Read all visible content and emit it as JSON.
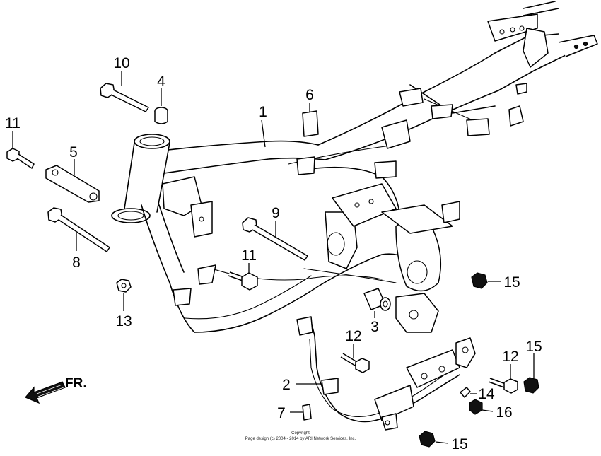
{
  "diagram": {
    "callouts": [
      "1",
      "2",
      "3",
      "4",
      "5",
      "6",
      "7",
      "8",
      "9",
      "10",
      "11",
      "11",
      "12",
      "12",
      "13",
      "14",
      "15",
      "15",
      "15",
      "16"
    ],
    "direction_label": "FR.",
    "copyright_line1": "Copyright",
    "copyright_line2": "Page design (c) 2004 - 2014 by ARI Network Services, Inc."
  }
}
